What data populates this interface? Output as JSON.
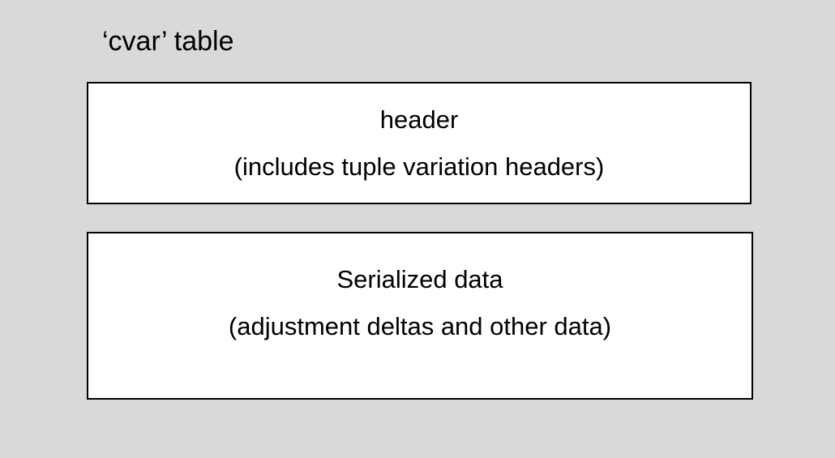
{
  "title": "‘cvar’ table",
  "boxes": [
    {
      "line1": "header",
      "line2": "(includes tuple variation headers)"
    },
    {
      "line1": "Serialized data",
      "line2": "(adjustment deltas and other data)"
    }
  ],
  "colors": {
    "background": "#d9d9d9",
    "box_fill": "#ffffff",
    "box_border": "#000000",
    "text": "#000000"
  }
}
